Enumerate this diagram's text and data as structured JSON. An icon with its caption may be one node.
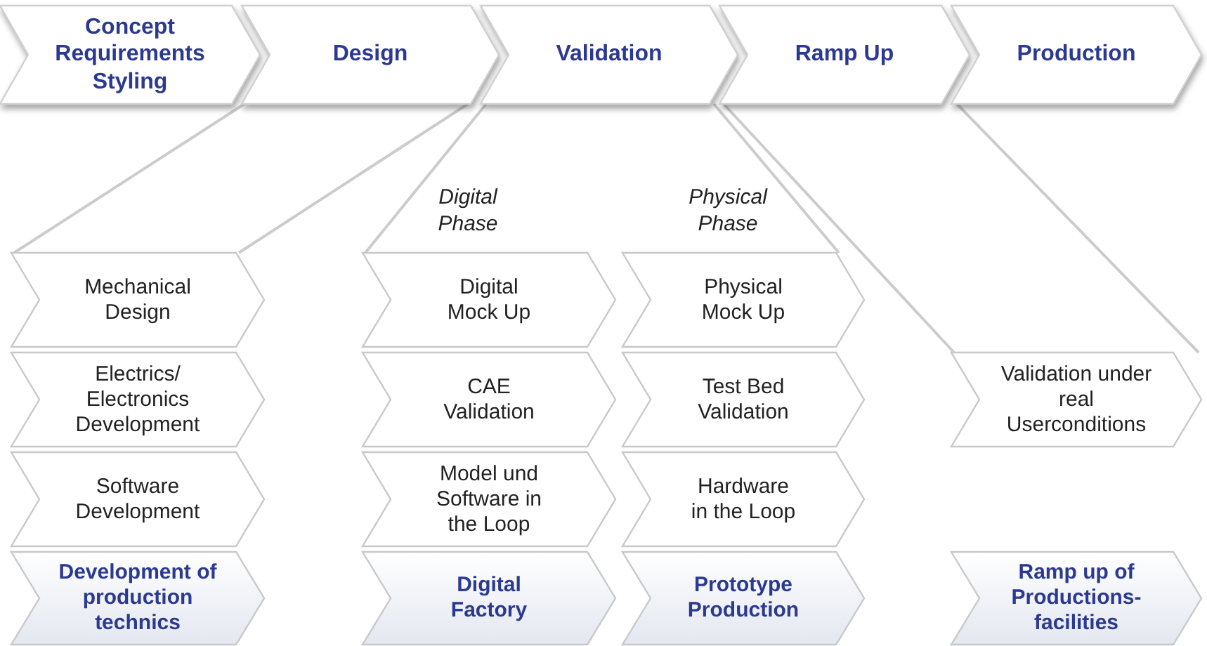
{
  "diagram": {
    "nodes": [
      {
        "text": [
          "Concept Requirements Styling"
        ]
      },
      {
        "text": [
          "Design"
        ]
      },
      {
        "text": [
          "Validation"
        ]
      },
      {
        "text": [
          "Ramp Up"
        ]
      },
      {
        "text": [
          "Production"
        ]
      },
      {
        "text": [
          "Mechanical Design"
        ]
      },
      {
        "text": [
          "Digital Mock Up"
        ]
      },
      {
        "text": [
          "Physical Mock Up"
        ]
      },
      {
        "text": [
          "Electrics/ Electronics Development"
        ]
      },
      {
        "text": [
          "CAE Validation"
        ]
      },
      {
        "text": [
          "Test Bed Validation"
        ]
      },
      {
        "text": [
          "Validation under real Userconditions"
        ]
      },
      {
        "text": [
          "Software Development"
        ]
      },
      {
        "text": [
          "Model und Software in the Loop"
        ]
      },
      {
        "text": [
          "Hardware in the Loop"
        ]
      },
      {
        "text": [
          "Development of production technics"
        ]
      },
      {
        "text": [
          "Digital Factory"
        ]
      },
      {
        "text": [
          "Prototype Production"
        ]
      },
      {
        "text": [
          "Ramp up of Productions-facilities"
        ]
      }
    ],
    "edges": [
      {
        "from": 1,
        "to": 5,
        "arrow": "none"
      },
      {
        "from": 1,
        "to": 5,
        "arrow": "none"
      },
      {
        "from": 2,
        "to": 6,
        "arrow": "none"
      },
      {
        "from": 2,
        "to": 7,
        "arrow": "none"
      },
      {
        "from": 3,
        "to": 11,
        "arrow": "none"
      },
      {
        "from": 3,
        "to": 11,
        "arrow": "none"
      }
    ],
    "labels": [
      "Digital Phase",
      "Physical Phase"
    ]
  }
}
